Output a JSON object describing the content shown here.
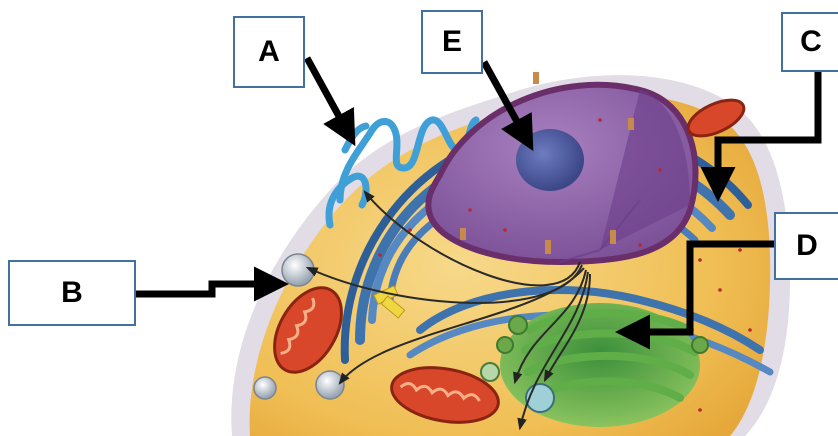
{
  "labels": {
    "a": "A",
    "b": "B",
    "c": "C",
    "d": "D",
    "e": "E"
  },
  "colors": {
    "box_border": "#41719c",
    "pointer_arrow": "#000000",
    "cytoplasm": "#f3c563",
    "nucleus": "#8a5ea4",
    "nucleolus": "#4f5d9d",
    "rough_er": "#3f73ad",
    "smooth_er": "#3fa0d8",
    "golgi": "#6bb24a",
    "mitochondria": "#d9472b"
  }
}
